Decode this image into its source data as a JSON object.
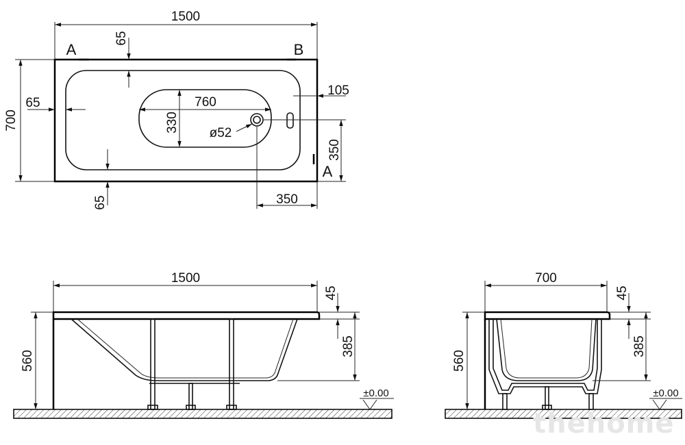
{
  "top_view": {
    "overall_length": "1500",
    "overall_width": "700",
    "rim_top": "65",
    "rim_left": "65",
    "rim_bottom": "65",
    "basin_length": "760",
    "basin_width": "330",
    "drain_diameter": "ø52",
    "drain_offset_x": "350",
    "drain_offset_y": "350",
    "overflow_offset": "105",
    "section_a_label": "A",
    "section_a_label_2": "A",
    "section_b_label": "B"
  },
  "side_view": {
    "length": "1500",
    "rim_thickness": "45",
    "total_height": "560",
    "depth": "385",
    "floor_level": "±0.00"
  },
  "end_view": {
    "width": "700",
    "rim_thickness": "45",
    "total_height": "560",
    "depth": "385",
    "floor_level": "±0.00"
  },
  "watermark": "thehome"
}
